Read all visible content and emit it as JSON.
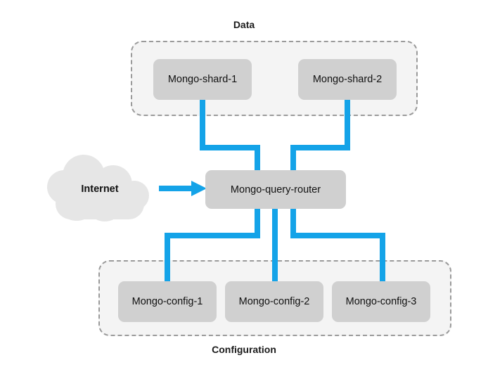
{
  "diagram": {
    "title_data": "Data",
    "title_configuration": "Configuration",
    "colors": {
      "wire": "#14a3e8",
      "node_fill": "#d0d0d0",
      "group_fill": "#f4f4f4",
      "group_border": "#9a9a9a",
      "cloud_fill": "#e6e6e6",
      "text": "#111111",
      "background": "#ffffff"
    },
    "cloud": {
      "label": "Internet",
      "icon": "cloud-icon"
    },
    "groups": [
      {
        "id": "data",
        "caption": "Data",
        "caption_position": "top",
        "nodes": [
          {
            "id": "shard-1",
            "label": "Mongo-shard-1"
          },
          {
            "id": "shard-2",
            "label": "Mongo-shard-2"
          }
        ]
      },
      {
        "id": "configuration",
        "caption": "Configuration",
        "caption_position": "bottom",
        "nodes": [
          {
            "id": "config-1",
            "label": "Mongo-config-1"
          },
          {
            "id": "config-2",
            "label": "Mongo-config-2"
          },
          {
            "id": "config-3",
            "label": "Mongo-config-3"
          }
        ]
      }
    ],
    "router": {
      "id": "query-router",
      "label": "Mongo-query-router"
    },
    "connections": [
      {
        "from": "internet",
        "to": "query-router",
        "arrow": true
      },
      {
        "from": "shard-1",
        "to": "query-router",
        "arrow": false
      },
      {
        "from": "shard-2",
        "to": "query-router",
        "arrow": false
      },
      {
        "from": "query-router",
        "to": "config-1",
        "arrow": false
      },
      {
        "from": "query-router",
        "to": "config-2",
        "arrow": false
      },
      {
        "from": "query-router",
        "to": "config-3",
        "arrow": false
      }
    ]
  }
}
